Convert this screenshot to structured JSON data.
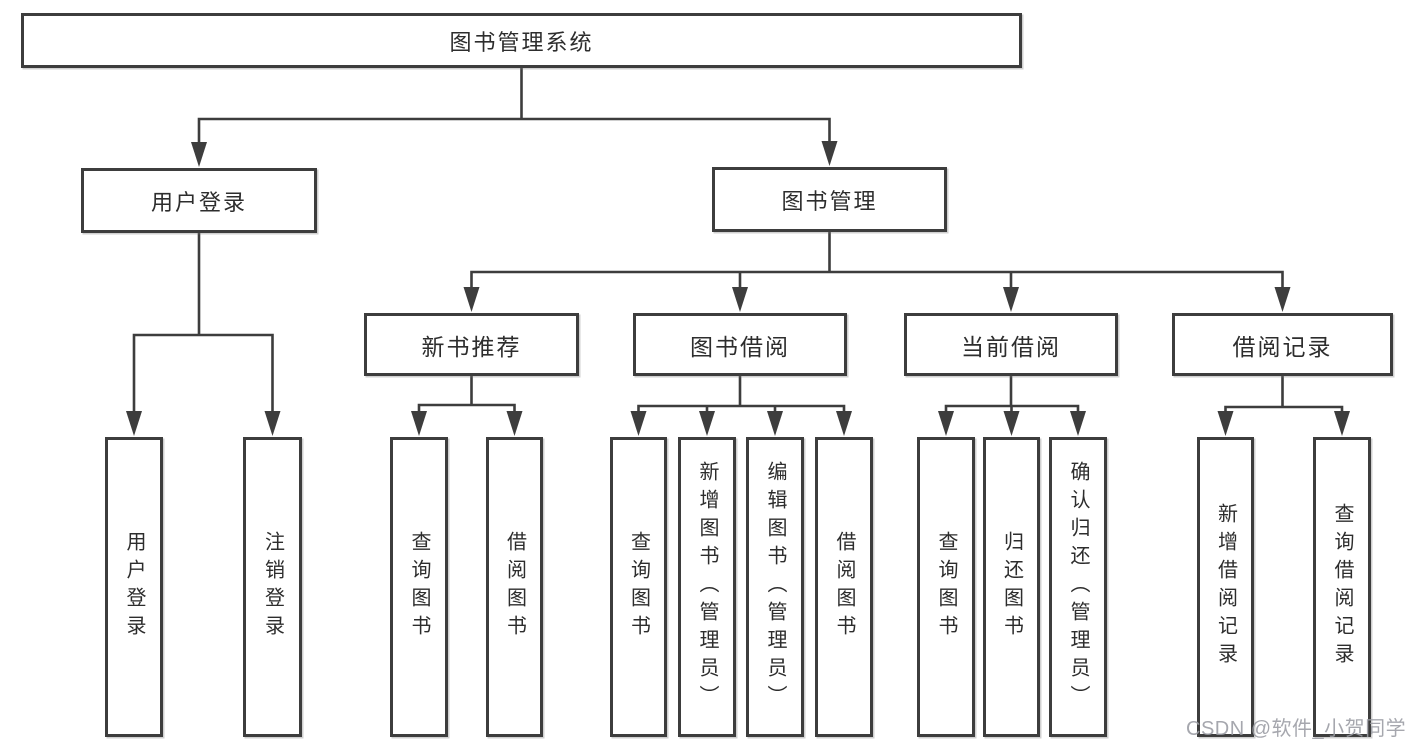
{
  "diagram": {
    "title": "图书管理系统",
    "nodes": [
      {
        "id": "root",
        "label": "图书管理系统",
        "level": 1,
        "parent": null
      },
      {
        "id": "user-login",
        "label": "用户登录",
        "level": 2,
        "parent": "root"
      },
      {
        "id": "book-mgmt",
        "label": "图书管理",
        "level": 2,
        "parent": "root"
      },
      {
        "id": "new-book-rec",
        "label": "新书推荐",
        "level": 3,
        "parent": "book-mgmt"
      },
      {
        "id": "book-borrow",
        "label": "图书借阅",
        "level": 3,
        "parent": "book-mgmt"
      },
      {
        "id": "current-borrow",
        "label": "当前借阅",
        "level": 3,
        "parent": "book-mgmt"
      },
      {
        "id": "borrow-records",
        "label": "借阅记录",
        "level": 3,
        "parent": "book-mgmt"
      },
      {
        "id": "user-login-leaf",
        "label": "用户登录",
        "level": 4,
        "parent": "user-login"
      },
      {
        "id": "logout-leaf",
        "label": "注销登录",
        "level": 4,
        "parent": "user-login"
      },
      {
        "id": "rec-query-book",
        "label": "查询图书",
        "level": 4,
        "parent": "new-book-rec"
      },
      {
        "id": "rec-borrow-book",
        "label": "借阅图书",
        "level": 4,
        "parent": "new-book-rec"
      },
      {
        "id": "borrow-query-book",
        "label": "查询图书",
        "level": 4,
        "parent": "book-borrow"
      },
      {
        "id": "borrow-add-book",
        "label": "新增图书（管理员）",
        "level": 4,
        "parent": "book-borrow"
      },
      {
        "id": "borrow-edit-book",
        "label": "编辑图书（管理员）",
        "level": 4,
        "parent": "book-borrow"
      },
      {
        "id": "borrow-borrow-book",
        "label": "借阅图书",
        "level": 4,
        "parent": "book-borrow"
      },
      {
        "id": "cur-query-book",
        "label": "查询图书",
        "level": 4,
        "parent": "current-borrow"
      },
      {
        "id": "cur-return-book",
        "label": "归还图书",
        "level": 4,
        "parent": "current-borrow"
      },
      {
        "id": "cur-confirm-return",
        "label": "确认归还（管理员）",
        "level": 4,
        "parent": "current-borrow"
      },
      {
        "id": "add-borrow-record",
        "label": "新增借阅记录",
        "level": 4,
        "parent": "borrow-records"
      },
      {
        "id": "query-borrow-record",
        "label": "查询借阅记录",
        "level": 4,
        "parent": "borrow-records"
      }
    ]
  },
  "watermark": {
    "text": "CSDN @软件_小贺同学"
  },
  "colors": {
    "line": "#3d3d3d",
    "text": "#2d2d2d",
    "background": "#ffffff",
    "watermark": "#9a9ca3"
  }
}
